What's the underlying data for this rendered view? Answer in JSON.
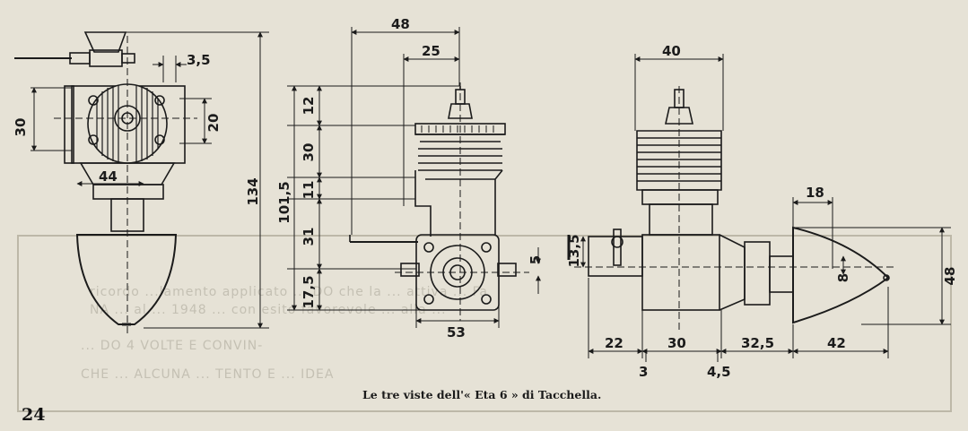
{
  "caption": "Le tre viste dell'« Eta 6 » di Tacchella.",
  "page_number": "24",
  "front_view": {
    "dims": {
      "width_top": "3,5",
      "height_left": "30",
      "height_right": "20",
      "width_bottom": "44",
      "overall_height": "134"
    }
  },
  "side_view": {
    "dims": {
      "top_48": "48",
      "top_25": "25",
      "v_12": "12",
      "v_30": "30",
      "v_11": "11",
      "v_101_5": "101,5",
      "v_31": "31",
      "v_17_5": "17,5",
      "h_53": "53",
      "v_5": "5"
    }
  },
  "rear_view": {
    "dims": {
      "top_40": "40",
      "top_18": "18",
      "v_13_5": "13,5",
      "v_8": "8",
      "v_48": "48",
      "h_22": "22",
      "h_30": "30",
      "h_32_5": "32,5",
      "h_42": "42",
      "h_3": "3",
      "h_4_5": "4,5"
    }
  },
  "colors": {
    "paper": "#e6e2d6",
    "ink": "#1b1b1b",
    "ghost_text": "#a9a597"
  }
}
